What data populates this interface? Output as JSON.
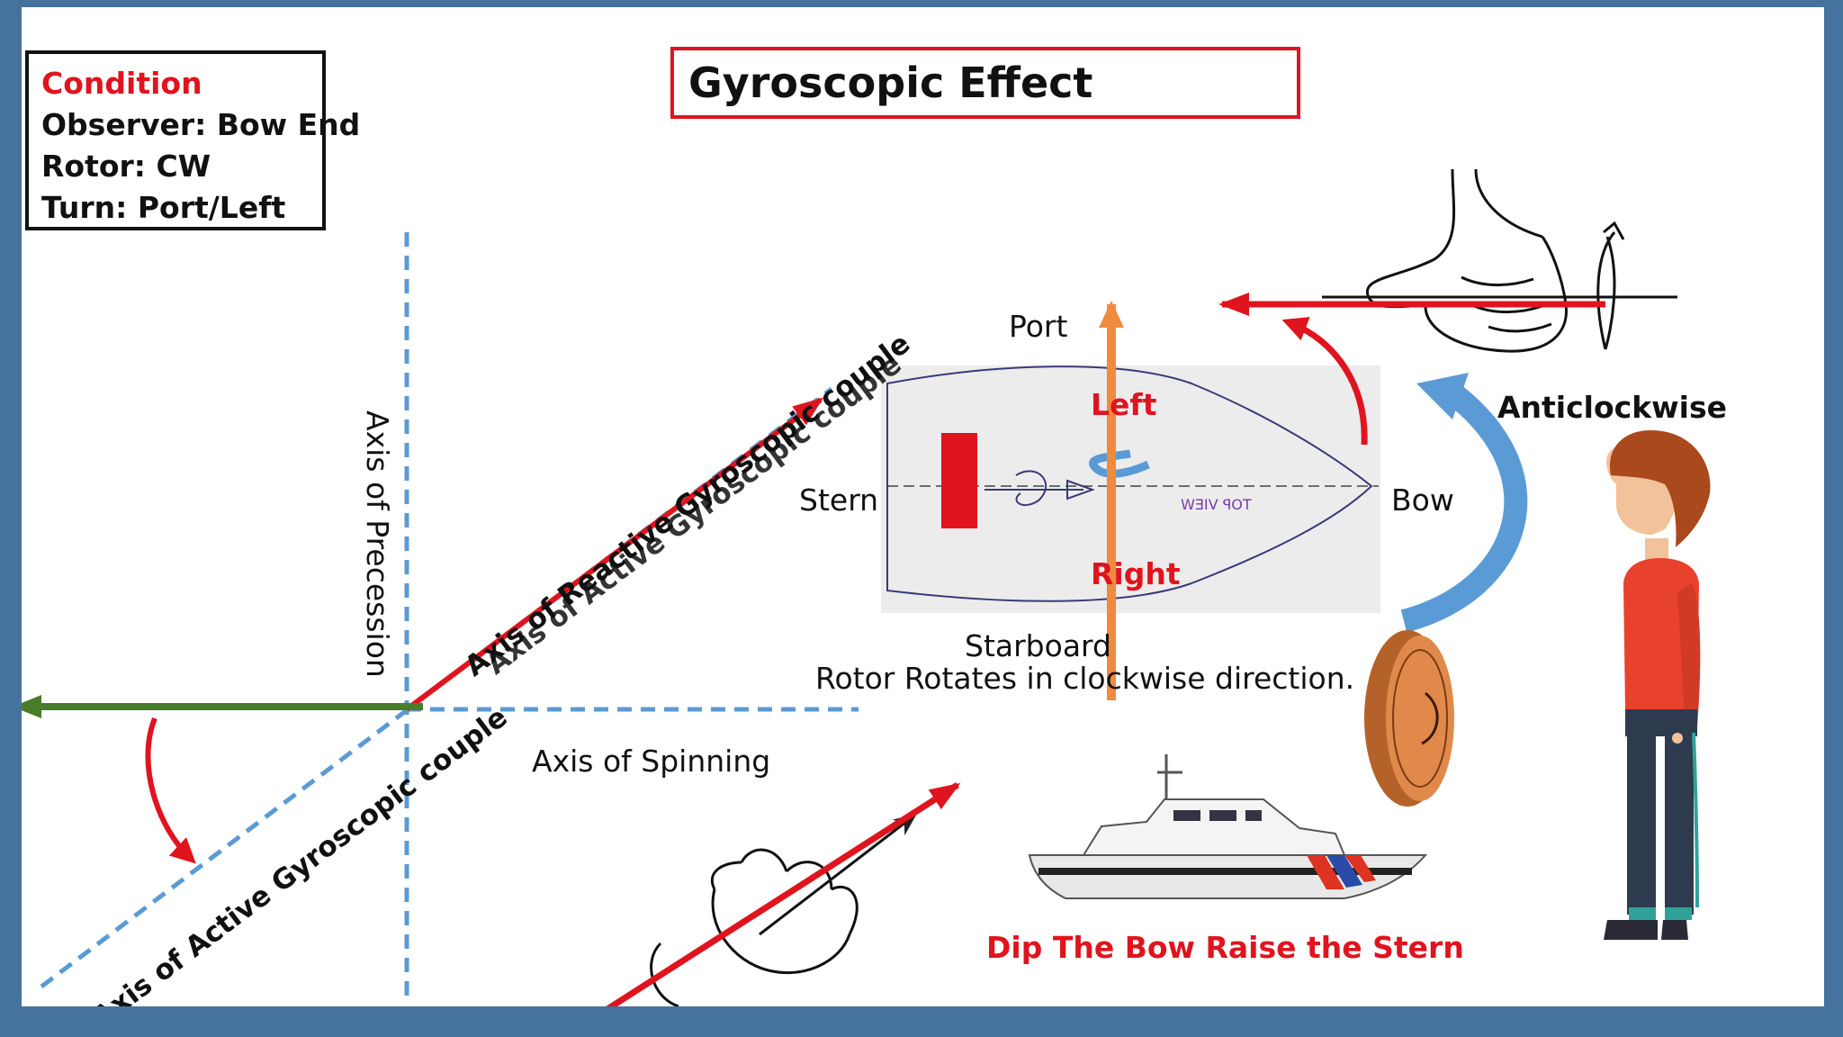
{
  "title": "Gyroscopic Effect",
  "condition": {
    "heading": "Condition",
    "observer": "Observer: Bow End",
    "rotor": "Rotor: CW",
    "turn": "Turn: Port/Left"
  },
  "axes": {
    "precession": "Axis of Precession",
    "spinning": "Axis of Spinning",
    "active_couple": "Axis of Active Gyroscopic couple",
    "reactive_couple": "Axis of Reactive Gyroscopic couple"
  },
  "top_view": {
    "port": "Port",
    "starboard": "Starboard",
    "stern": "Stern",
    "bow": "Bow",
    "left": "Left",
    "right": "Right",
    "mirrored_caption": "TOP VIEW",
    "rotor_caption": "Rotor Rotates in clockwise direction."
  },
  "rotation_label": "Anticlockwise",
  "effect_label": "Dip The Bow Raise the Stern",
  "colors": {
    "red": "#e0141e",
    "blue_dash": "#5b9bd5",
    "green": "#4a7c2a",
    "orange": "#f08a3c",
    "frame": "#45739e"
  }
}
